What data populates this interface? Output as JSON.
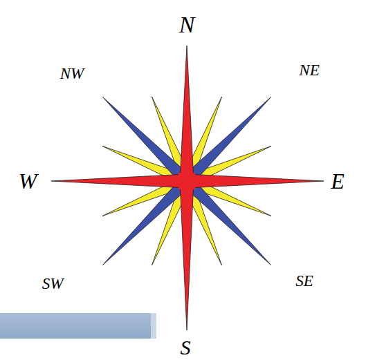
{
  "diagram": {
    "labels": [
      "N",
      "NW",
      "NE",
      "W",
      "E",
      "SW",
      "SE",
      "S"
    ]
  }
}
